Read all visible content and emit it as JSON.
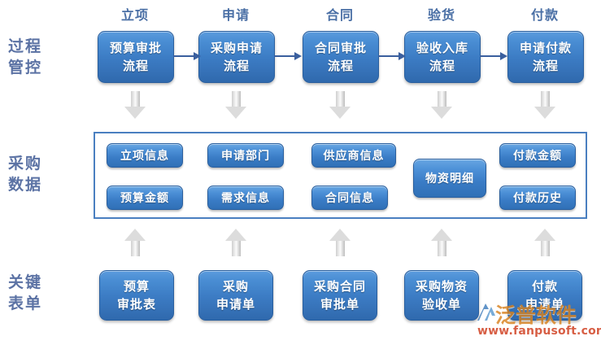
{
  "diagram": {
    "row_labels": [
      {
        "name": "process-control",
        "line1": "过程",
        "line2": "管控"
      },
      {
        "name": "procurement-data",
        "line1": "采购",
        "line2": "数据"
      },
      {
        "name": "key-forms",
        "line1": "关键",
        "line2": "表单"
      }
    ],
    "columns": [
      {
        "caption": "立项"
      },
      {
        "caption": "申请"
      },
      {
        "caption": "合同"
      },
      {
        "caption": "验货"
      },
      {
        "caption": "付款"
      }
    ],
    "process_boxes": [
      {
        "line1": "预算审批",
        "line2": "流程"
      },
      {
        "line1": "采购申请",
        "line2": "流程"
      },
      {
        "line1": "合同审批",
        "line2": "流程"
      },
      {
        "line1": "验收入库",
        "line2": "流程"
      },
      {
        "line1": "申请付款",
        "line2": "流程"
      }
    ],
    "data_pills_top": [
      {
        "label": "立项信息"
      },
      {
        "label": "申请部门"
      },
      {
        "label": "供应商信息"
      },
      {
        "label": "付款金额"
      }
    ],
    "data_pills_bottom": [
      {
        "label": "预算金额"
      },
      {
        "label": "需求信息"
      },
      {
        "label": "合同信息"
      },
      {
        "label": "付款历史"
      }
    ],
    "data_pill_center": {
      "label": "物资明细"
    },
    "form_boxes": [
      {
        "line1": "预算",
        "line2": "审批表"
      },
      {
        "line1": "采购",
        "line2": "申请单"
      },
      {
        "line1": "采购合同",
        "line2": "审批单"
      },
      {
        "line1": "采购物资",
        "line2": "验收单"
      },
      {
        "line1": "付款",
        "line2": "申请单"
      }
    ]
  },
  "watermark": {
    "brand": "泛普软件",
    "url": "www.fanpusoft.com"
  },
  "colors": {
    "box_blue_light": "#5b9bdd",
    "box_blue_dark": "#2f69ad",
    "label_blue": "#5b72a4",
    "caption_blue": "#4a6fa5",
    "container_border": "#4a7fc0",
    "arrow_grey": "#dcdcdc",
    "connector_blue": "#3a5f9e",
    "watermark_orange": "#d8821f",
    "watermark_red": "#cf3b1c"
  }
}
